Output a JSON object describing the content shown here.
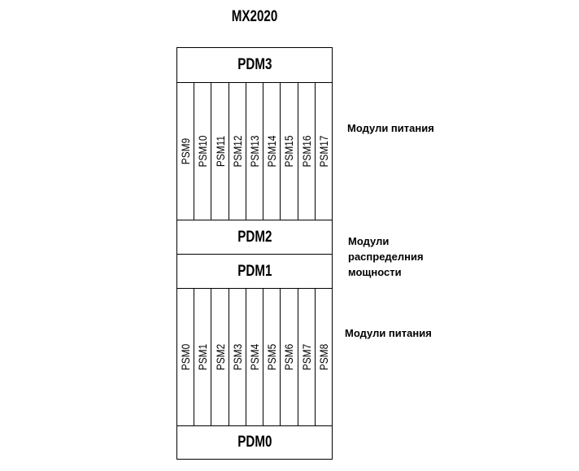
{
  "title": "MX2020",
  "pdm": {
    "pdm3": "PDM3",
    "pdm2": "PDM2",
    "pdm1": "PDM1",
    "pdm0": "PDM0"
  },
  "upper_psm": [
    "PSM9",
    "PSM10",
    "PSM11",
    "PSM12",
    "PSM13",
    "PSM14",
    "PSM15",
    "PSM16",
    "PSM17"
  ],
  "lower_psm": [
    "PSM0",
    "PSM1",
    "PSM2",
    "PSM3",
    "PSM4",
    "PSM5",
    "PSM6",
    "PSM7",
    "PSM8"
  ],
  "labels": {
    "upper_power": "Модули питания",
    "distribution": [
      "Модули",
      "распределния",
      "мощности"
    ],
    "lower_power": "Модули питания"
  }
}
